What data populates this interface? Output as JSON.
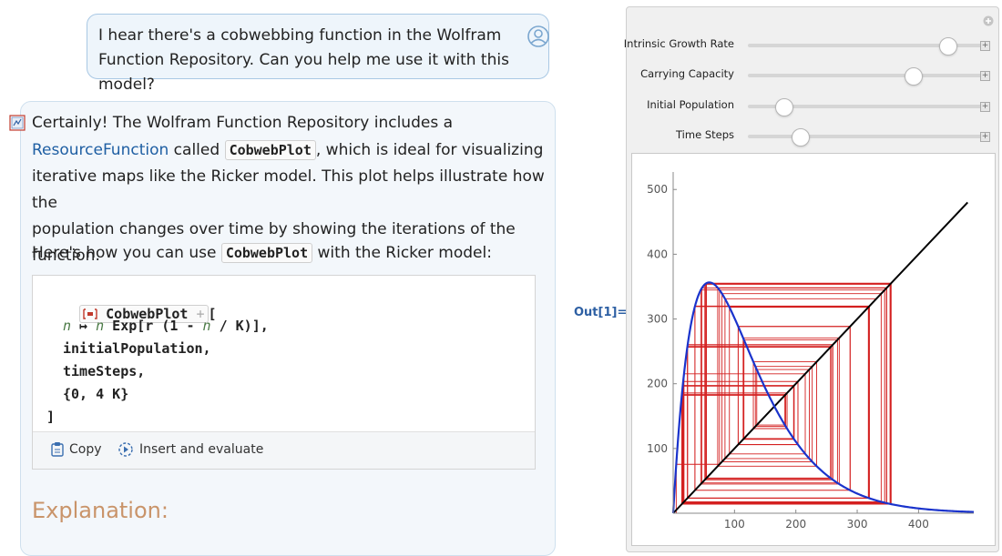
{
  "user_message": "I hear there's a cobwebbing function in the Wolfram Function Repository. Can you help me use it with this model?",
  "assistant": {
    "p1_before": "Certainly! The Wolfram Function Repository includes a",
    "p1_link": "ResourceFunction",
    "p1_called": " called ",
    "p1_code": "CobwebPlot",
    "p1_after": ", which is ideal for visualizing",
    "p1_line3": "iterative maps like the Ricker model. This plot helps illustrate how the",
    "p1_line4": "population changes over time by showing the iterations of the function.",
    "p2_before": "Here's how you can use ",
    "p2_code": "CobwebPlot",
    "p2_after": " with the Ricker model:",
    "code": {
      "fn_name": "CobwebPlot",
      "open_bracket": "[",
      "line2_n1": "n",
      "line2_arrow": " ↦ ",
      "line2_n2": "n",
      "line2_exp1": " Exp[r (1 - ",
      "line2_n3": "n",
      "line2_exp2": " / K)],",
      "line3": "initialPopulation,",
      "line4": "timeSteps,",
      "line5": "{0, 4 K}",
      "close_bracket": "]"
    },
    "copy_label": "Copy",
    "insert_label": "Insert and evaluate",
    "explanation_heading": "Explanation:"
  },
  "output_label": "Out[1]=",
  "manipulate": {
    "controls": [
      {
        "label": "Intrinsic Growth Rate",
        "value_fraction": 0.85
      },
      {
        "label": "Carrying Capacity",
        "value_fraction": 0.7
      },
      {
        "label": "Initial Population",
        "value_fraction": 0.15
      },
      {
        "label": "Time Steps",
        "value_fraction": 0.22
      }
    ]
  },
  "chart_data": {
    "type": "line",
    "title": "",
    "xlabel": "",
    "ylabel": "",
    "xlim": [
      0,
      490
    ],
    "ylim": [
      0,
      520
    ],
    "x_ticks": [
      100,
      200,
      300,
      400
    ],
    "y_ticks": [
      100,
      200,
      300,
      400,
      500
    ],
    "grid": false,
    "ricker_r": 2.8,
    "ricker_K": 165,
    "cobweb_start": 5,
    "cobweb_steps": 60,
    "colors": {
      "curve": "#1a33cc",
      "diagonal": "#000000",
      "cobweb": "#d42020"
    }
  }
}
